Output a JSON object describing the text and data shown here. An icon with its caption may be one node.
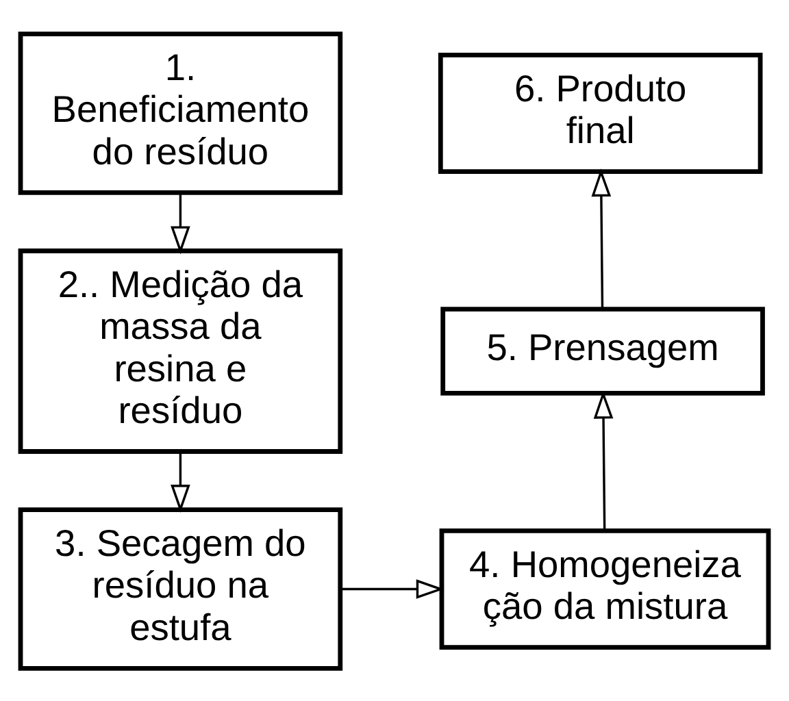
{
  "diagram": {
    "nodes": [
      {
        "text": [
          "1. Beneficiamento do resíduo"
        ]
      },
      {
        "text": [
          "2.. Medição da massa da resina e resíduo"
        ]
      },
      {
        "text": [
          "3. Secagem do resíduo na estufa"
        ]
      },
      {
        "text": [
          "4. Homogeneiza ção da mistura"
        ]
      },
      {
        "text": [
          "5. Prensagem"
        ]
      },
      {
        "text": [
          "6. Produto final"
        ]
      }
    ],
    "edges": [
      {
        "from": 0,
        "to": 1,
        "arrow": "to"
      },
      {
        "from": 1,
        "to": 2,
        "arrow": "to"
      },
      {
        "from": 2,
        "to": 3,
        "arrow": "to"
      },
      {
        "from": 3,
        "to": 4,
        "arrow": "to"
      },
      {
        "from": 4,
        "to": 5,
        "arrow": "to"
      }
    ]
  }
}
